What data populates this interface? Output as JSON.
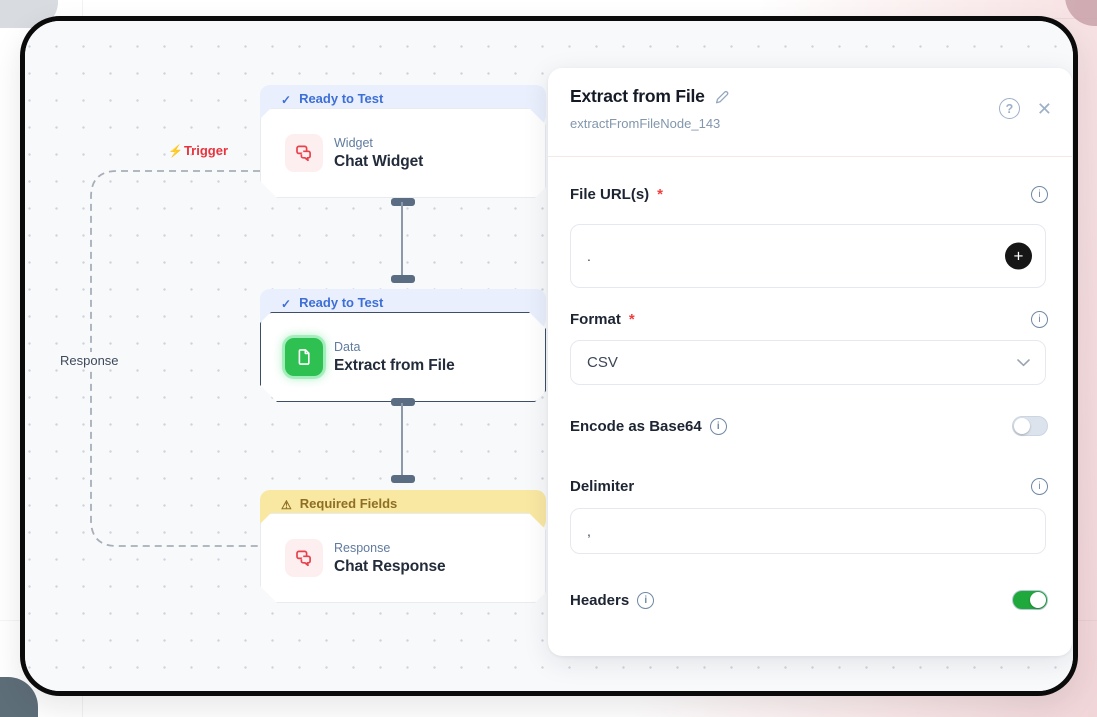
{
  "canvas": {
    "edge_labels": {
      "trigger": "Trigger",
      "response": "Response"
    },
    "nodes": [
      {
        "status": "Ready to Test",
        "category": "Widget",
        "title": "Chat Widget"
      },
      {
        "status": "Ready to Test",
        "category": "Data",
        "title": "Extract from File"
      },
      {
        "status": "Required Fields",
        "category": "Response",
        "title": "Chat Response"
      }
    ]
  },
  "panel": {
    "title": "Extract from File",
    "node_id": "extractFromFileNode_143",
    "required_marker": "*",
    "file_urls": {
      "label": "File URL(s)",
      "value": "."
    },
    "format": {
      "label": "Format",
      "value": "CSV"
    },
    "encode": {
      "label": "Encode as Base64",
      "enabled": false
    },
    "delimiter": {
      "label": "Delimiter",
      "value": ","
    },
    "headers": {
      "label": "Headers",
      "enabled": true
    }
  },
  "icons": {
    "check": "✓",
    "warning": "⚠",
    "lightning": "⚡",
    "close": "✕",
    "help": "?",
    "plus": "+",
    "info": "i"
  },
  "colors": {
    "badge_ready_bg": "#e9effc",
    "badge_ready_text": "#3d6fd6",
    "badge_warning_bg": "#f9e8a2",
    "badge_warning_text": "#8d6e24",
    "node_green": "#2ec151",
    "trigger_red": "#e8333d",
    "toggle_green": "#1fa83c",
    "selected_border": "#3e4e66",
    "chat_red": "#e8414b"
  }
}
